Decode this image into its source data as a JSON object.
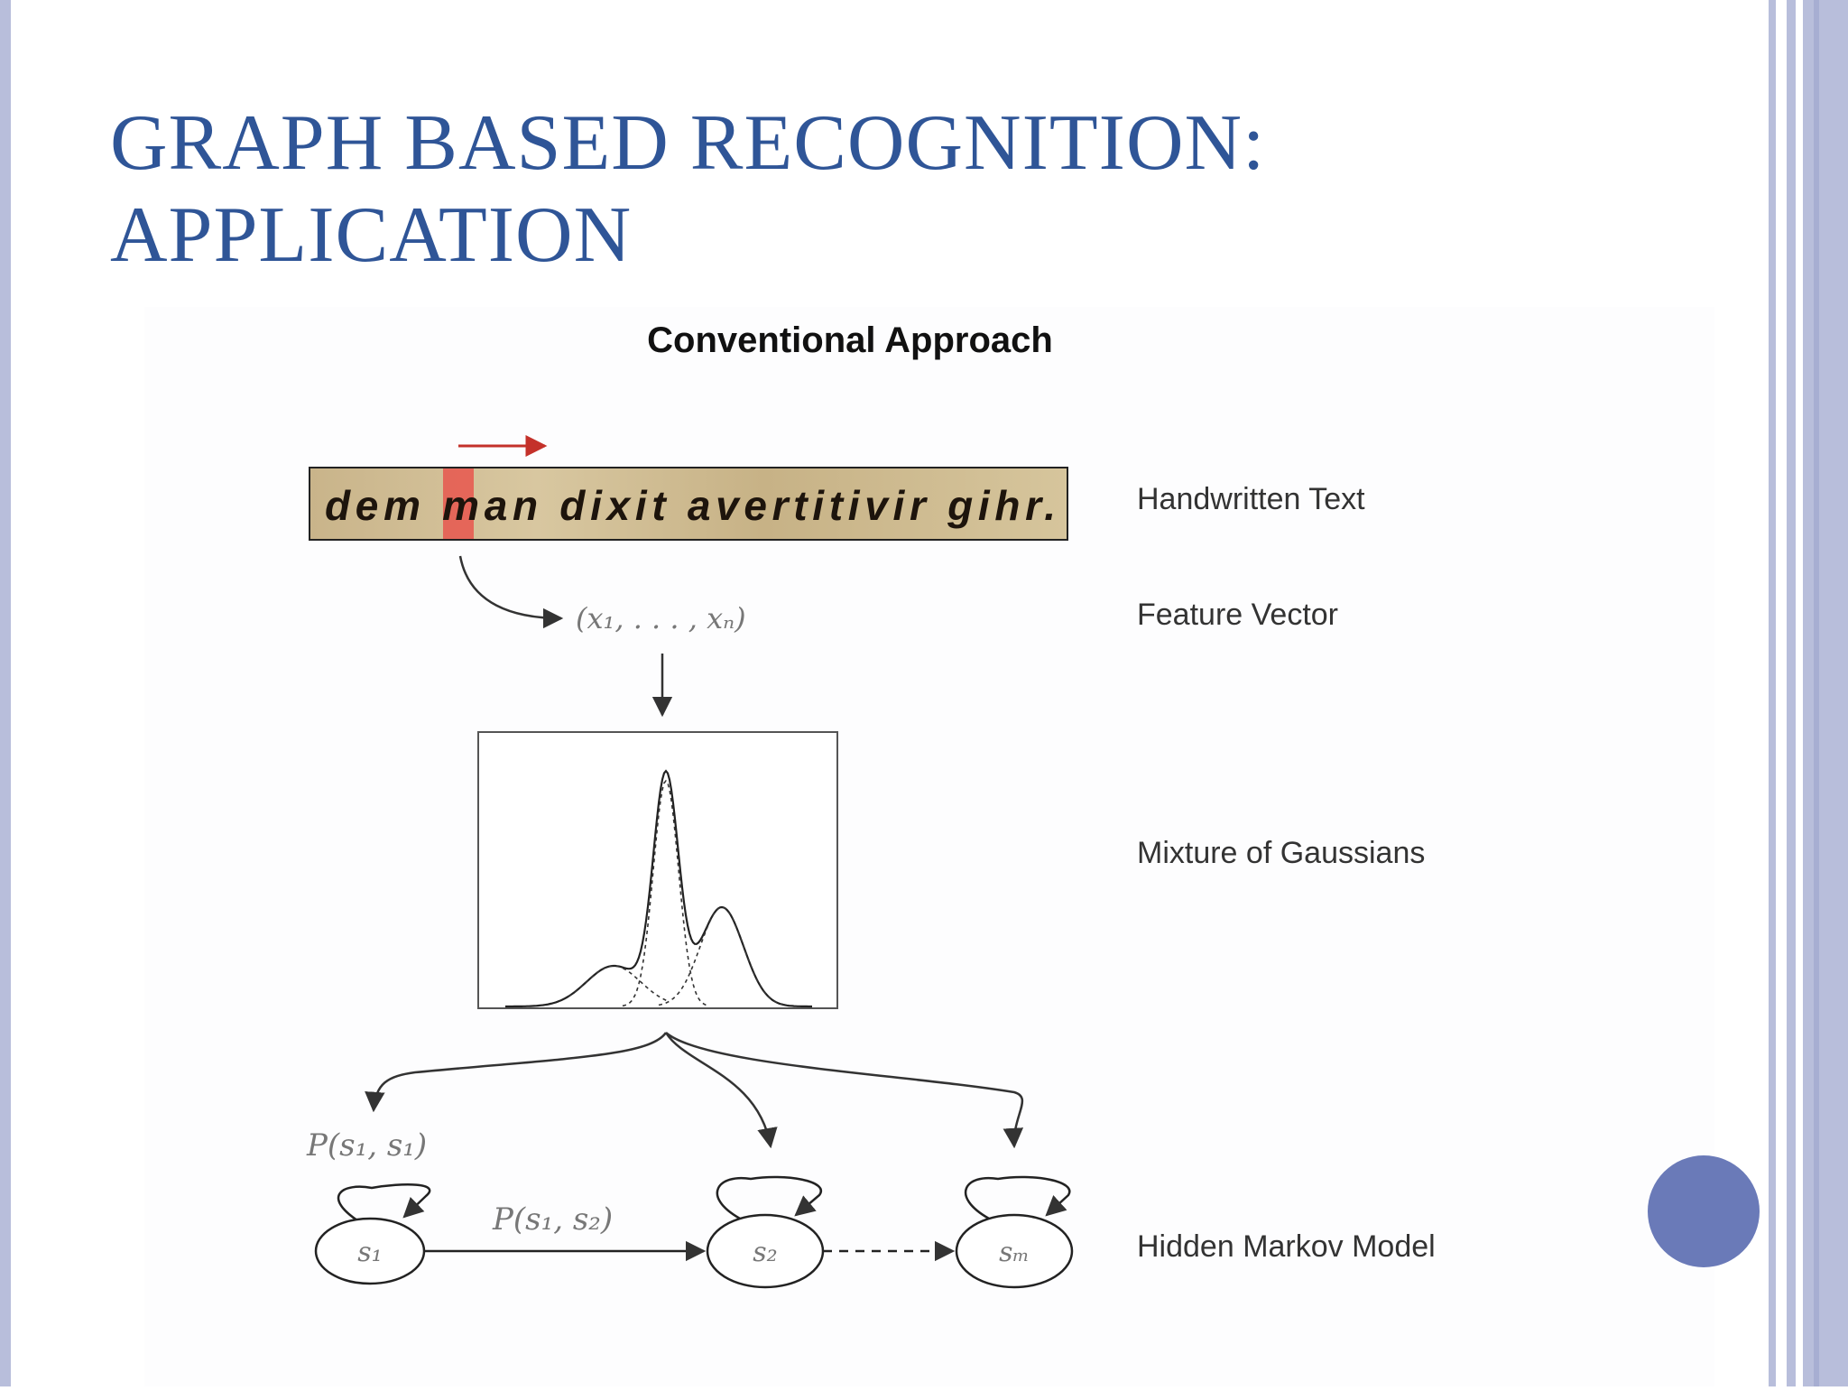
{
  "slide": {
    "title_line1": "GRAPH BASED RECOGNITION:",
    "title_line2": "APPLICATION"
  },
  "diagram": {
    "heading": "Conventional Approach",
    "handwriting_sample": "dem man dixit avertitivir gihr.",
    "feature_vector": "(x₁, . . . , xₙ)",
    "labels": {
      "handwritten_text": "Handwritten Text",
      "feature_vector": "Feature Vector",
      "mixture": "Mixture of Gaussians",
      "hmm": "Hidden Markov Model"
    },
    "hmm": {
      "self_transition": "P(s₁, s₁)",
      "transition": "P(s₁, s₂)",
      "state1": "s₁",
      "state2": "s₂",
      "state_m": "sₘ"
    }
  },
  "colors": {
    "title": "#2f5597",
    "accent_stripe": "#b8bedb",
    "nav_circle": "#6a7ab8",
    "highlight": "#e8564d"
  }
}
